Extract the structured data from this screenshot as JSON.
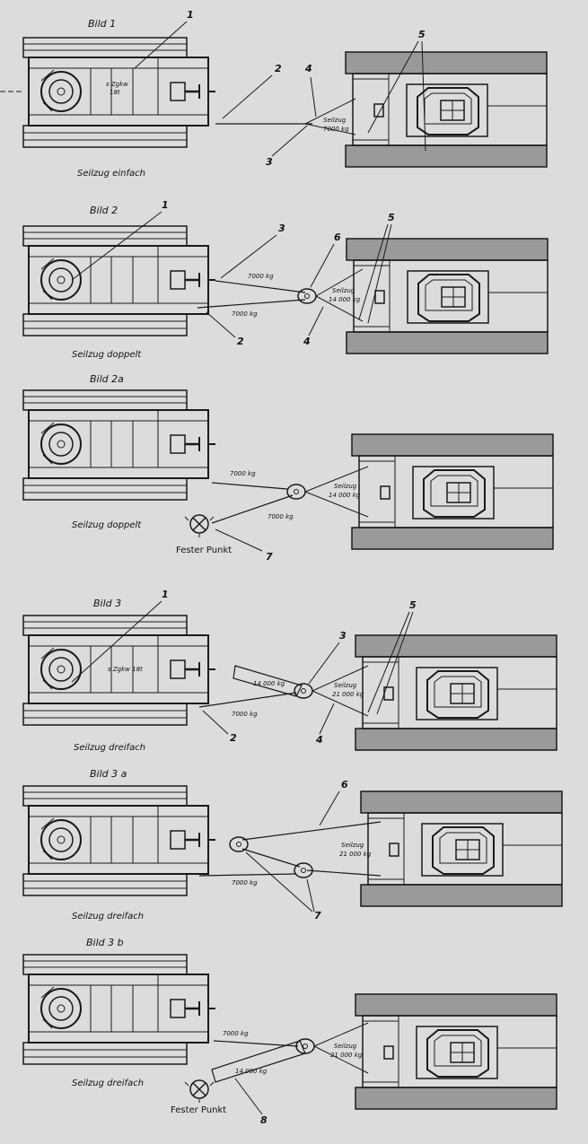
{
  "background_color": "#dcdcdc",
  "line_color": "#1a1a1a",
  "panels": [
    {
      "title": "Bild 1",
      "caption": "Seilzug einfach",
      "tractor_text": [
        "s Zgkw",
        "18t"
      ],
      "tank_force": [
        "Seilzug",
        "7000 kg"
      ],
      "rope_forces": [],
      "callouts": [
        "1",
        "2",
        "3",
        "4",
        "5"
      ]
    },
    {
      "title": "Bild 2",
      "caption": "Seilzug doppelt",
      "tank_force": [
        "Seilzug",
        "14 000 kg"
      ],
      "rope_forces": [
        "7000 kg",
        "7000 kg"
      ],
      "callouts": [
        "1",
        "2",
        "3",
        "4",
        "5",
        "6"
      ]
    },
    {
      "title": "Bild 2a",
      "caption": "Seilzug doppelt",
      "tank_force": [
        "Seilzug",
        "14 000 kg"
      ],
      "rope_forces": [
        "7000 kg",
        "7000 kg"
      ],
      "fixed_point": "Fester Punkt",
      "callouts": [
        "7"
      ]
    },
    {
      "title": "Bild 3",
      "caption": "Seilzug dreifach",
      "tractor_text": [
        "s Zgkw 18t"
      ],
      "tank_force": [
        "Seilzug",
        "21 000 kg"
      ],
      "rope_forces": [
        "14 000 kg",
        "7000 kg"
      ],
      "callouts": [
        "1",
        "2",
        "3",
        "4",
        "5"
      ]
    },
    {
      "title": "Bild 3 a",
      "caption": "Seilzug dreifach",
      "tank_force": [
        "Seilzug",
        "21 000 kg"
      ],
      "rope_forces": [
        "7000 kg"
      ],
      "callouts": [
        "6",
        "7"
      ]
    },
    {
      "title": "Bild 3 b",
      "caption": "Seilzug dreifach",
      "tank_force": [
        "Seilzug",
        "21 000 kg"
      ],
      "rope_forces": [
        "7000 kg",
        "14 000 kg"
      ],
      "fixed_point": "Fester Punkt",
      "callouts": [
        "8"
      ]
    }
  ]
}
